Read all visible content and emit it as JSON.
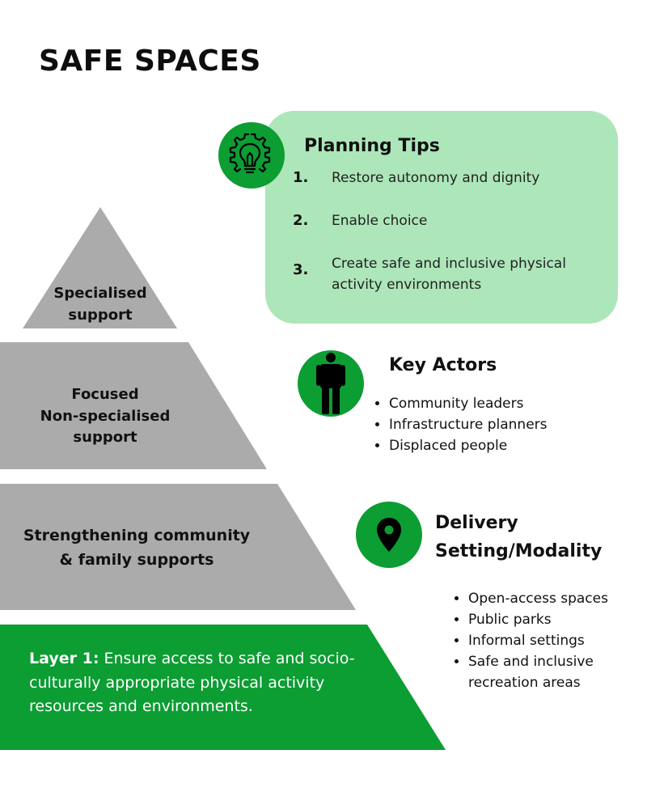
{
  "title": "SAFE SPACES",
  "colors": {
    "green": "#0c9d33",
    "light_green": "#ade6b9",
    "grey": "#ababab",
    "white": "#ffffff"
  },
  "pyramid": {
    "layers": [
      {
        "lines": [
          "Specialised",
          "support"
        ]
      },
      {
        "lines": [
          "Focused",
          "Non-specialised",
          "support"
        ]
      },
      {
        "lines": [
          "Strengthening community",
          "& family supports"
        ]
      },
      {
        "prefix": "Layer 1:",
        "text": "Ensure access to safe and socio-culturally appropriate physical activity resources and environments."
      }
    ]
  },
  "planning_tips": {
    "icon": "lightbulb-gear-icon",
    "heading": "Planning Tips",
    "items": [
      {
        "num": "1.",
        "text": "Restore autonomy and dignity"
      },
      {
        "num": "2.",
        "text": "Enable choice"
      },
      {
        "num": "3.",
        "text": "Create safe and inclusive physical activity environments"
      }
    ]
  },
  "key_actors": {
    "icon": "person-icon",
    "heading": "Key Actors",
    "items": [
      "Community leaders",
      "Infrastructure planners",
      "Displaced people"
    ]
  },
  "delivery": {
    "icon": "location-pin-icon",
    "heading_line1": "Delivery",
    "heading_line2": "Setting/Modality",
    "items": [
      "Open-access spaces",
      "Public parks",
      "Informal settings",
      "Safe and inclusive recreation areas"
    ]
  }
}
